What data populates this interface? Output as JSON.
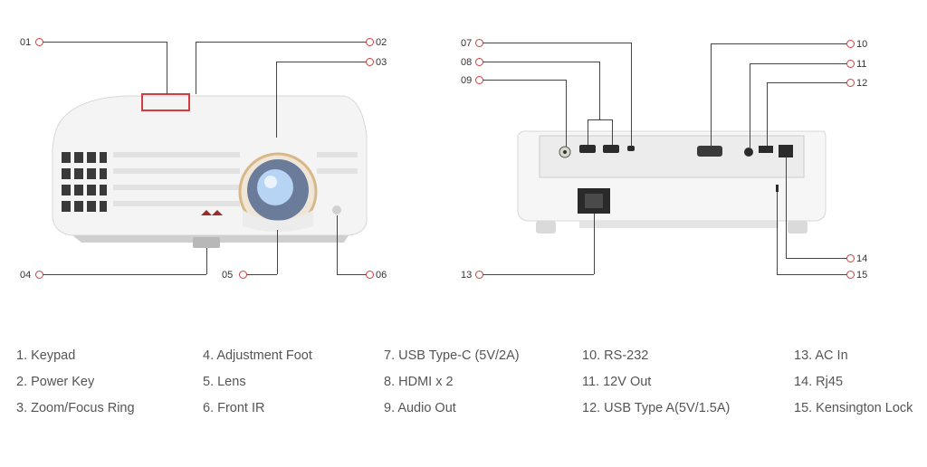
{
  "callouts": [
    "01",
    "02",
    "03",
    "04",
    "05",
    "06",
    "07",
    "08",
    "09",
    "10",
    "11",
    "12",
    "13",
    "14",
    "15"
  ],
  "legend": {
    "col1": [
      "1. Keypad",
      "2. Power Key",
      "3. Zoom/Focus Ring"
    ],
    "col2": [
      "4. Adjustment Foot",
      "5. Lens",
      "6. Front IR"
    ],
    "col3": [
      "7. USB Type-C (5V/2A)",
      "8. HDMI x 2",
      "9. Audio Out"
    ],
    "col4": [
      "10. RS-232",
      "11. 12V Out",
      "12. USB Type A(5V/1.5A)"
    ],
    "col5": [
      "13. AC In",
      "14. Rj45",
      "15. Kensington Lock"
    ]
  },
  "colors": {
    "accent": "#d33d3d",
    "line": "#444444",
    "text": "#555555"
  }
}
